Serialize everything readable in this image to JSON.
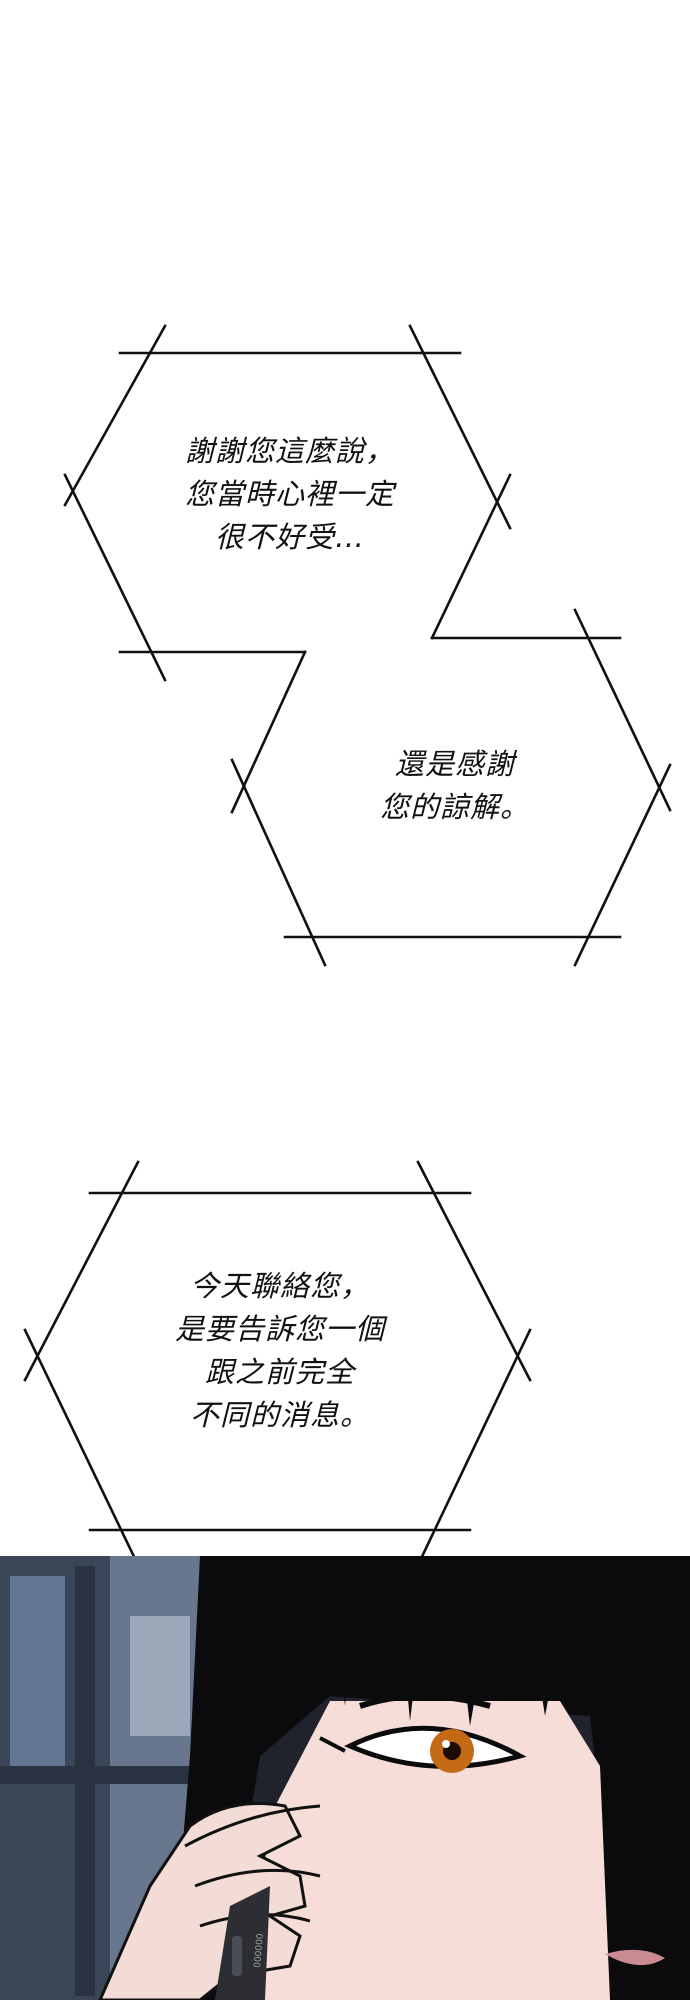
{
  "bubble_1": {
    "lines": [
      "謝謝您這麼說，",
      "您當時心裡一定",
      "很不好受…"
    ]
  },
  "bubble_2": {
    "lines": [
      "還是感謝",
      "您的諒解。"
    ]
  },
  "bubble_3": {
    "lines": [
      "今天聯絡您，",
      "是要告訴您一個",
      "跟之前完全",
      "不同的消息。"
    ]
  },
  "panel": {
    "phone_label": "000000"
  },
  "colors": {
    "skin": "#f6ddd8",
    "hair": "#0b0b0d",
    "iris": "#c46a14",
    "window_blue": "#5a6f8f"
  }
}
